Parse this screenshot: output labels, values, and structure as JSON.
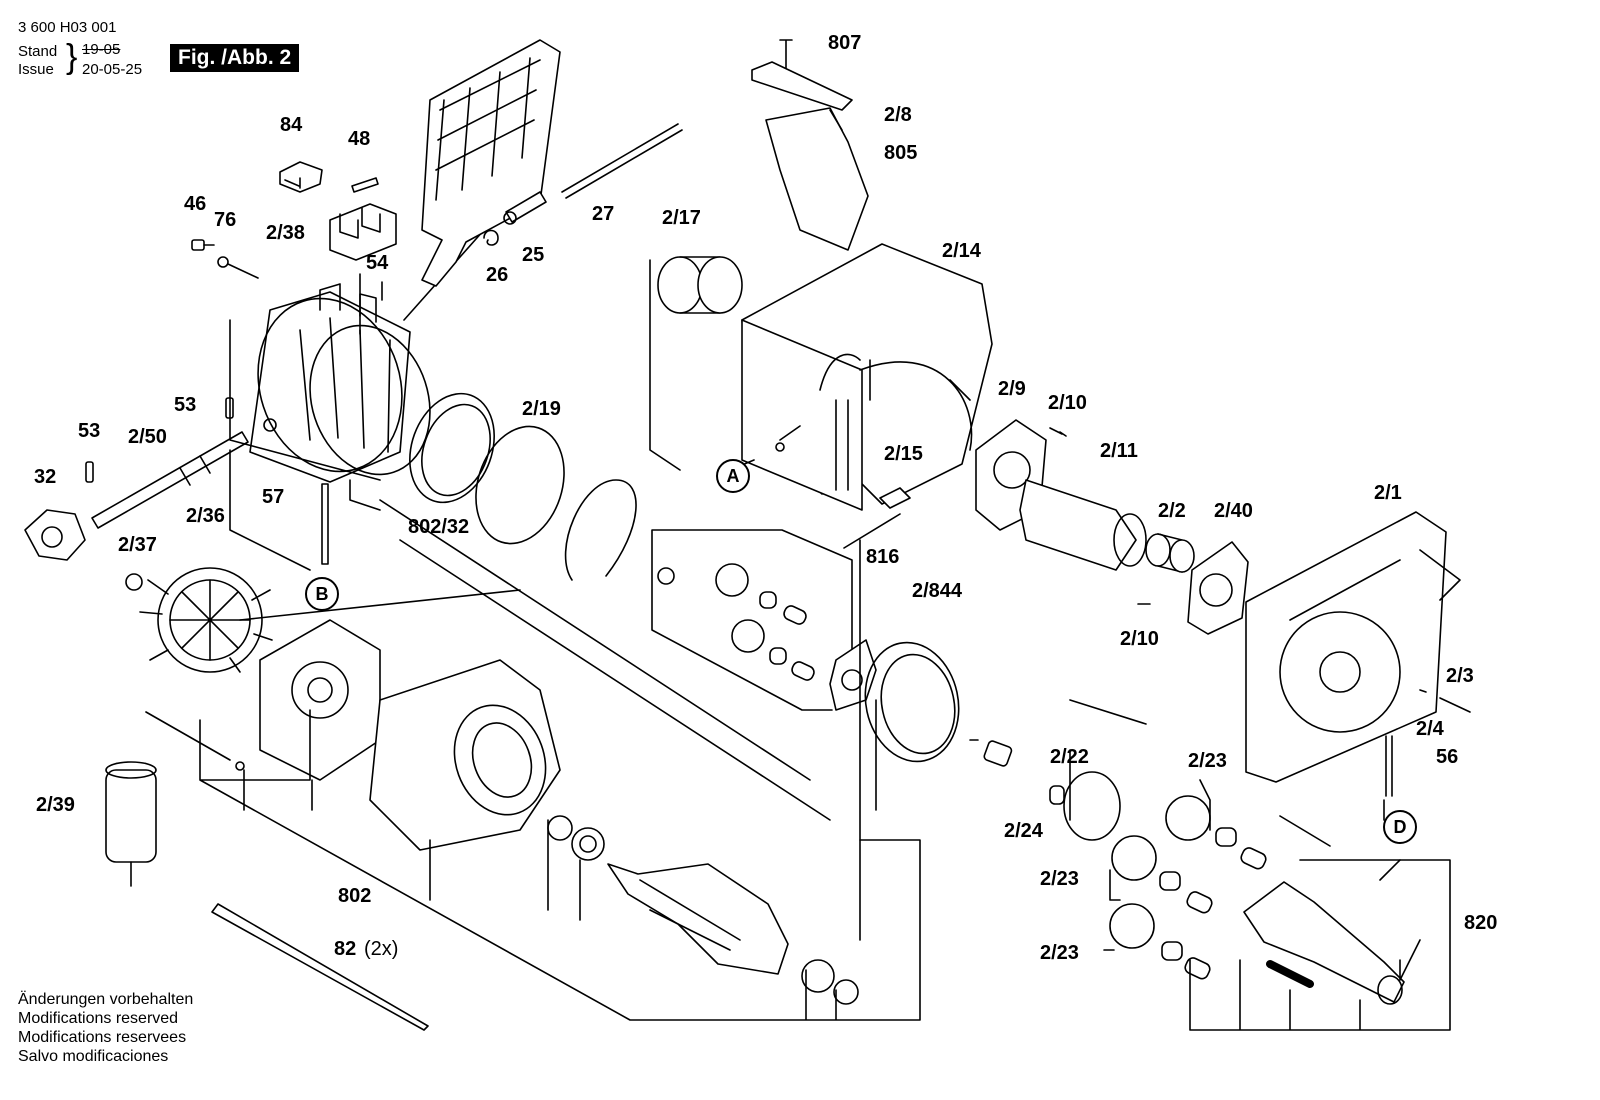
{
  "header": {
    "doc_number": "3 600 H03 001",
    "stand_label": "Stand",
    "stand_date": "19-05",
    "issue_label": "Issue",
    "issue_date": "20-05-25",
    "figure_label": "Fig. /Abb. 2"
  },
  "notes": [
    "Änderungen vorbehalten",
    "Modifications reserved",
    "Modifications reservees",
    "Salvo modificaciones"
  ],
  "callouts": {
    "c807": "807",
    "c2_8": "2/8",
    "c805": "805",
    "c84": "84",
    "c48": "48",
    "c46": "46",
    "c76": "76",
    "c2_38": "2/38",
    "c27": "27",
    "c25": "25",
    "c26": "26",
    "c54": "54",
    "c2_17": "2/17",
    "c2_14": "2/14",
    "c53a": "53",
    "c53b": "53",
    "c2_50": "2/50",
    "c32": "32",
    "c57": "57",
    "c2_19": "2/19",
    "c802_32": "802/32",
    "c2_9": "2/9",
    "c2_10a": "2/10",
    "c2_11": "2/11",
    "c2_15": "2/15",
    "c2_2": "2/2",
    "c2_40": "2/40",
    "c2_1": "2/1",
    "c816": "816",
    "c2_36": "2/36",
    "c2_37": "2/37",
    "c2_844": "2/844",
    "c2_10b": "2/10",
    "c2_3": "2/3",
    "c2_4": "2/4",
    "c56": "56",
    "c2_22": "2/22",
    "c2_23a": "2/23",
    "c2_24": "2/24",
    "c2_23b": "2/23",
    "c2_23c": "2/23",
    "c820": "820",
    "c2_39": "2/39",
    "c802": "802",
    "c82": "82",
    "c82_qty": "(2x)"
  },
  "markers": {
    "A": "A",
    "B": "B",
    "D": "D"
  }
}
